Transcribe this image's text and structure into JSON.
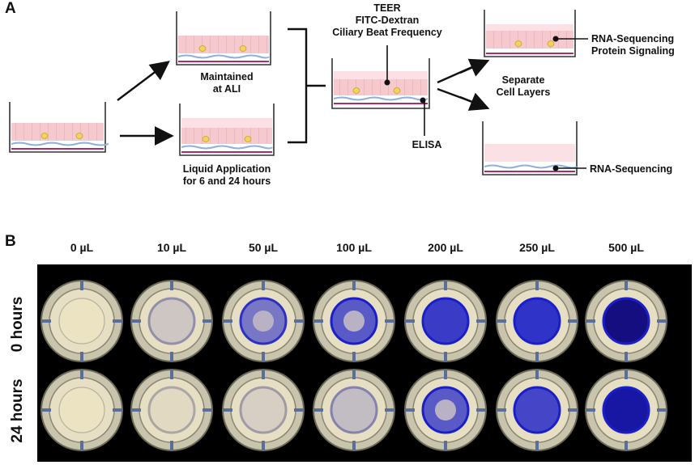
{
  "panel_a": {
    "letter": "A",
    "label_maintained_line1": "Maintained",
    "label_maintained_line2": "at ALI",
    "label_liquid_line1": "Liquid Application",
    "label_liquid_line2": "for 6 and 24 hours",
    "label_teer": "TEER",
    "label_fitc": "FITC-Dextran",
    "label_cbf": "Ciliary Beat Frequency",
    "label_elisa": "ELISA",
    "label_separate_line1": "Separate",
    "label_separate_line2": "Cell Layers",
    "label_rnaseq_top": "RNA-Sequencing",
    "label_protein": "Protein Signaling",
    "label_rnaseq_bottom": "RNA-Sequencing"
  },
  "panel_b": {
    "letter": "B",
    "volumes": [
      "0 µL",
      "10 µL",
      "50 µL",
      "100 µL",
      "200 µL",
      "250 µL",
      "500 µL"
    ],
    "rows": [
      "0 hours",
      "24 hours"
    ],
    "dye_intensity": {
      "0 hours": [
        0,
        0.15,
        0.55,
        0.7,
        0.85,
        0.9,
        1.0
      ],
      "24 hours": [
        0,
        0.05,
        0.1,
        0.2,
        0.7,
        0.8,
        0.95
      ]
    },
    "colors": {
      "dye": "#1a1fc8",
      "dye_dark": "#140a6e",
      "well": "#ece3c2",
      "background": "#000000"
    }
  }
}
